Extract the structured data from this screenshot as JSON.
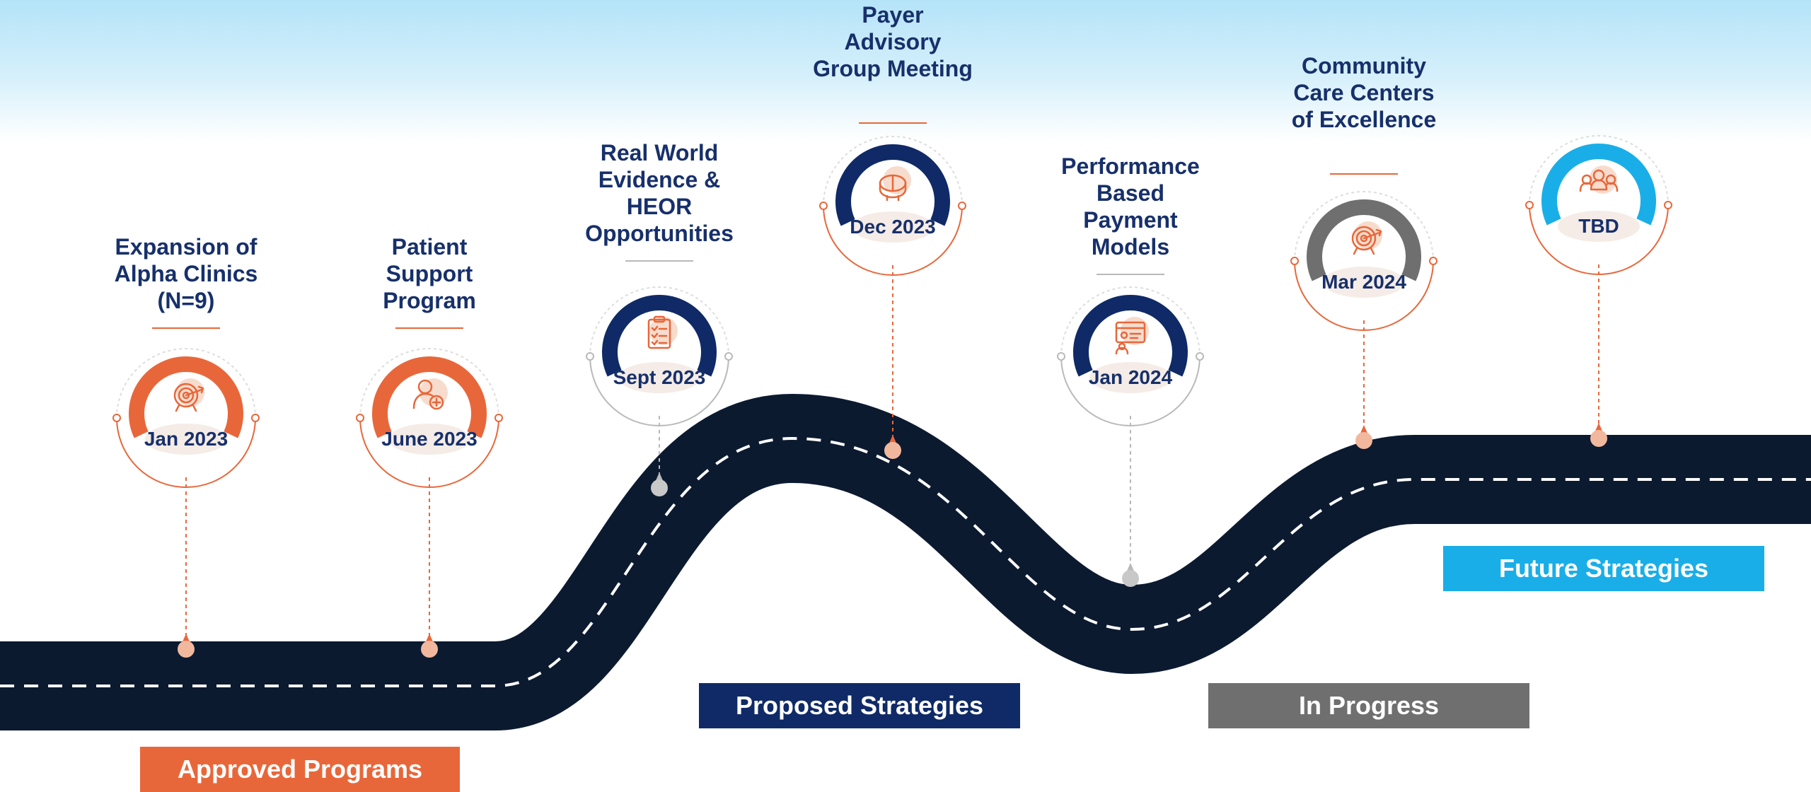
{
  "colors": {
    "orange": "#e8673a",
    "navy": "#0f2a66",
    "gray": "#6f6f6f",
    "cyan": "#1aaee8",
    "road": "#0c1a30",
    "title_text": "#17306b"
  },
  "categories": {
    "approved": "Approved Programs",
    "proposed": "Proposed Strategies",
    "in_progress": "In Progress",
    "future": "Future Strategies"
  },
  "milestones": [
    {
      "title": "Expansion of Alpha Clinics (N=9)",
      "date": "Jan 2023",
      "category": "approved",
      "icon": "target-icon"
    },
    {
      "title": "Patient Support Program",
      "date": "June 2023",
      "category": "approved",
      "icon": "add-user-icon"
    },
    {
      "title": "Real World Evidence & HEOR Opportunities",
      "date": "Sept 2023",
      "category": "proposed",
      "icon": "clipboard-checklist-icon"
    },
    {
      "title": "Payer Advisory Group Meeting",
      "date": "Dec 2023",
      "category": "proposed",
      "icon": "meeting-table-icon"
    },
    {
      "title": "Performance Based Payment Models",
      "date": "Jan 2024",
      "category": "proposed",
      "icon": "payment-dashboard-icon"
    },
    {
      "title": "Community Care Centers of Excellence",
      "date": "Mar 2024",
      "category": "in_progress",
      "icon": "target-icon"
    },
    {
      "title": "",
      "date": "TBD",
      "category": "future",
      "icon": "team-icon"
    }
  ]
}
